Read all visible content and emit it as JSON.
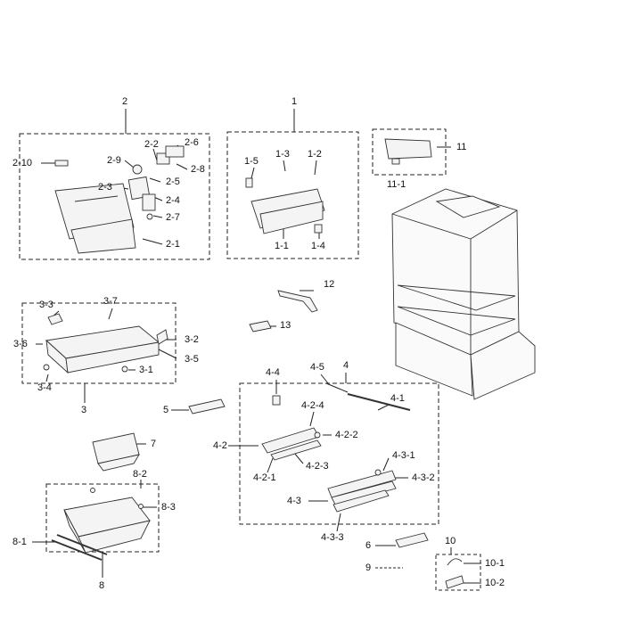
{
  "groups": {
    "g1": "1",
    "g2": "2",
    "g3": "3",
    "g4": "4",
    "g8": "8",
    "g10": "10",
    "g11": "11"
  },
  "labels": {
    "l_2_10": "2-10",
    "l_2_9": "2-9",
    "l_2_2": "2-2",
    "l_2_6": "2-6",
    "l_2_8": "2-8",
    "l_2_3": "2-3",
    "l_2_5": "2-5",
    "l_2_4": "2-4",
    "l_2_7": "2-7",
    "l_2_1": "2-1",
    "l_1_5": "1-5",
    "l_1_3": "1-3",
    "l_1_2": "1-2",
    "l_1_1": "1-1",
    "l_1_4": "1-4",
    "l_11_1": "11-1",
    "l_12": "12",
    "l_13": "13",
    "l_3_3": "3-3",
    "l_3_7": "3-7",
    "l_3_6": "3-6",
    "l_3_2": "3-2",
    "l_3_5": "3-5",
    "l_3_1": "3-1",
    "l_3_4": "3-4",
    "l_5": "5",
    "l_4_4": "4-4",
    "l_4_5": "4-5",
    "l_4_1": "4-1",
    "l_4_2_4": "4-2-4",
    "l_4_2": "4-2",
    "l_4_2_2": "4-2-2",
    "l_4_2_3": "4-2-3",
    "l_4_2_1": "4-2-1",
    "l_4_3_1": "4-3-1",
    "l_4_3_2": "4-3-2",
    "l_4_3": "4-3",
    "l_4_3_3": "4-3-3",
    "l_7": "7",
    "l_8_2": "8-2",
    "l_8_3": "8-3",
    "l_8_1": "8-1",
    "l_6": "6",
    "l_9": "9",
    "l_10_1": "10-1",
    "l_10_2": "10-2"
  }
}
